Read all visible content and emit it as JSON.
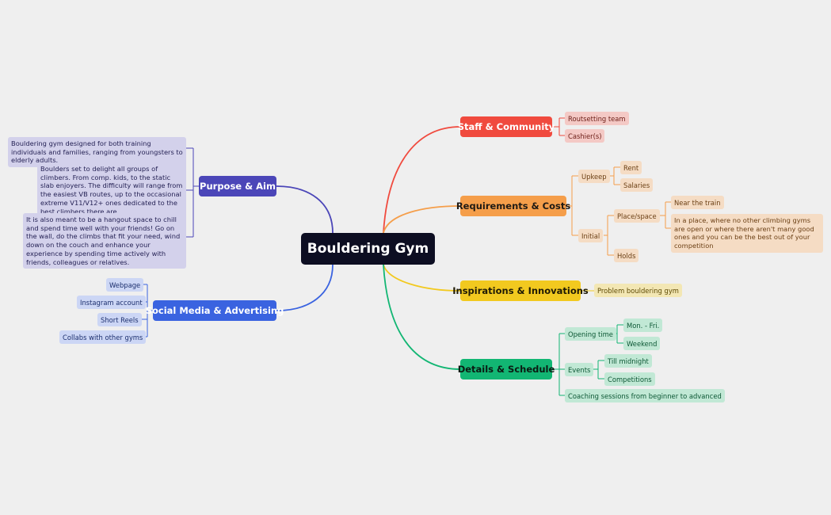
{
  "title": "Bouldering Gym",
  "colors": {
    "background": "#efefef",
    "root": "#0d0e22",
    "purple": "#4b46b8",
    "blue": "#3a63e0",
    "red": "#f04a3e",
    "orange": "#f59e4a",
    "yellow": "#f2c91f",
    "green": "#12b673"
  },
  "branches": {
    "purpose": {
      "label": "Purpose & Aim",
      "items": [
        "Bouldering gym designed for both training individuals and families, ranging from youngsters to elderly adults.",
        "Boulders set to delight all groups of climbers. From comp. kids, to the static slab enjoyers. The difficulty will range from the easiest VB routes, up to the occasional extreme V11/V12+ ones dedicated to the best climbers there are.",
        "It is also meant to be a hangout space to chill and spend time well with your friends! Go on the wall, do the climbs that fit your need, wind down on the couch and enhance your experience by spending time actively with friends, colleagues or relatives."
      ]
    },
    "social": {
      "label": "Social Media & Advertising",
      "items": [
        "Webpage",
        "Instagram account",
        "Short Reels",
        "Collabs with other gyms"
      ]
    },
    "staff": {
      "label": "Staff & Community",
      "items": [
        "Routsetting team",
        "Cashier(s)"
      ]
    },
    "requirements": {
      "label": "Requirements & Costs",
      "upkeep": "Upkeep",
      "rent": "Rent",
      "salaries": "Salaries",
      "initial": "Initial",
      "place": "Place/space",
      "near_train": "Near the train",
      "place_note": "In a place, where no other climbing gyms are open or where there aren't many good ones and you can be the best out of your competition",
      "holds": "Holds"
    },
    "inspirations": {
      "label": "Inspirations & Innovations",
      "items": [
        "Problem bouldering gym"
      ]
    },
    "details": {
      "label": "Details & Schedule",
      "opening": "Opening time",
      "mon_fri": "Mon. - Fri.",
      "weekend": "Weekend",
      "events": "Events",
      "till_midnight": "Till midnight",
      "competitions": "Competitions",
      "coaching": "Coaching sessions from beginner to advanced"
    }
  }
}
